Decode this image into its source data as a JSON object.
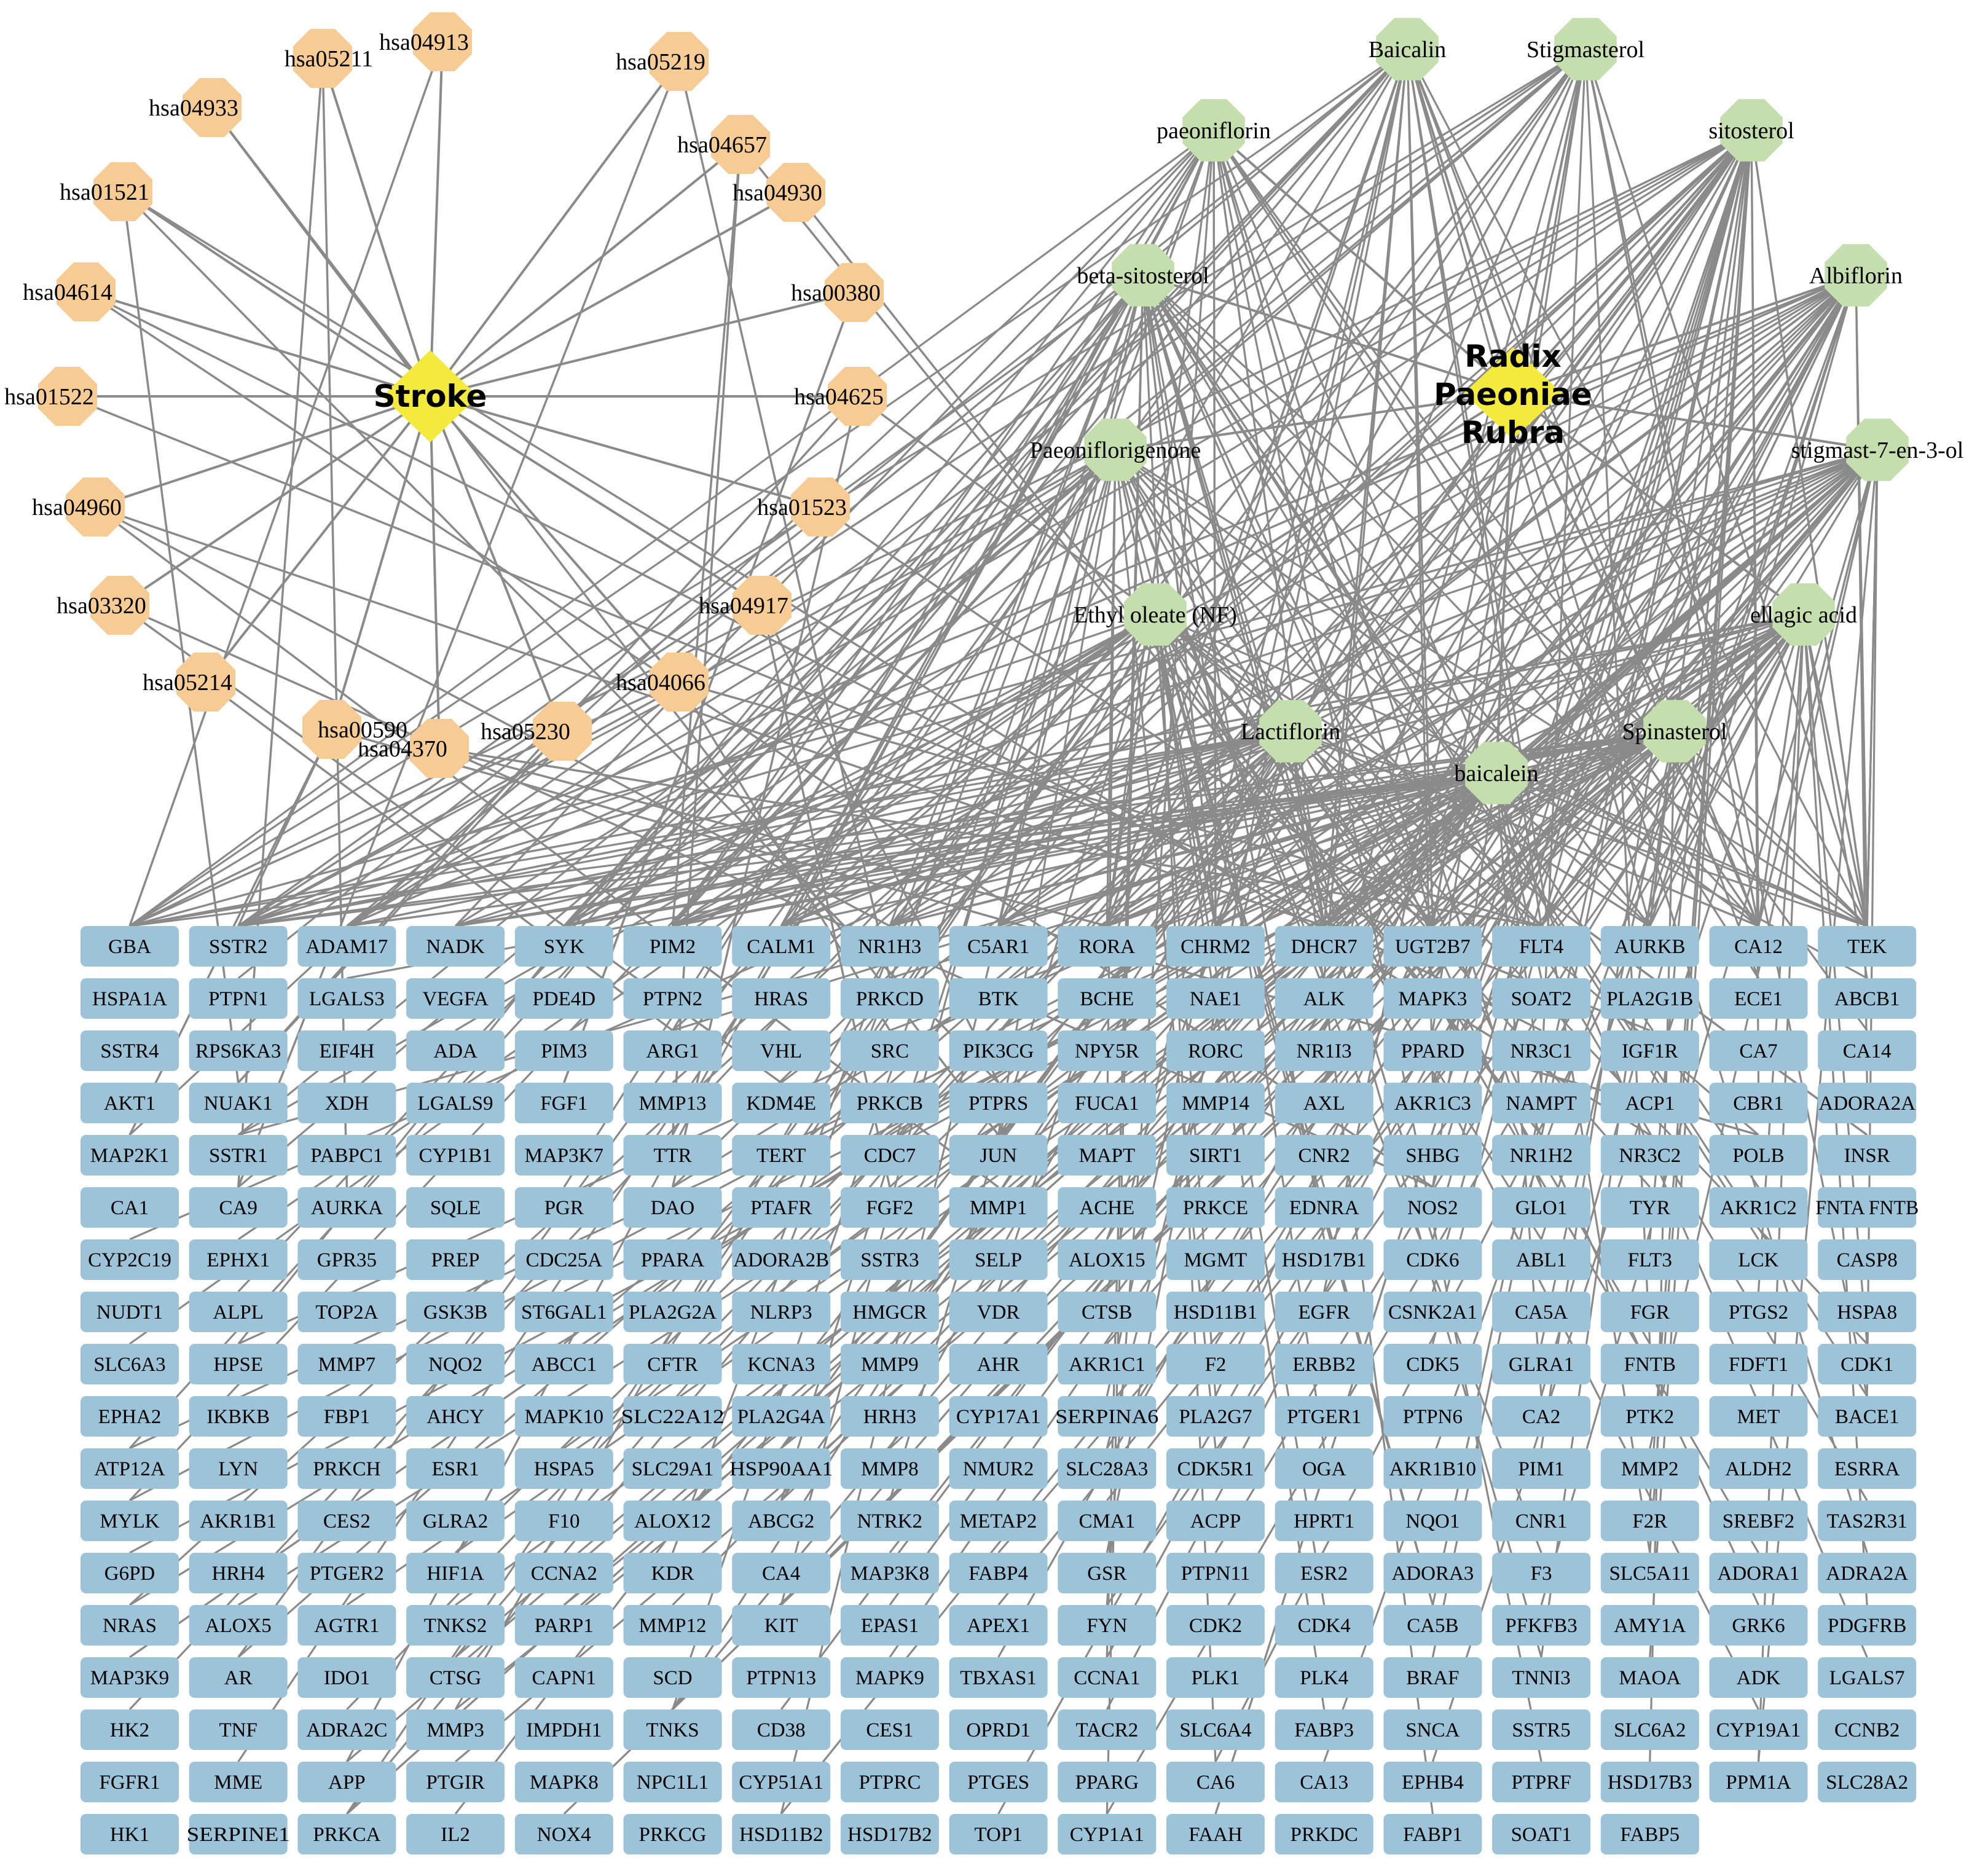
{
  "colors": {
    "pathway": "#f7cb94",
    "compound": "#c5deae",
    "gene": "#9cc3d8",
    "hub": "#f4ea3d",
    "edge": "#8a8a8a"
  },
  "hubs": {
    "stroke": "Stroke",
    "herb": [
      "Radix",
      "Paeoniae",
      "Rubra"
    ]
  },
  "pathways": [
    "hsa04913",
    "hsa05219",
    "hsa04657",
    "hsa04930",
    "hsa00380",
    "hsa04625",
    "hsa01523",
    "hsa04917",
    "hsa04066",
    "hsa05230",
    "hsa04370",
    "hsa00590",
    "hsa05214",
    "hsa03320",
    "hsa04960",
    "hsa01522",
    "hsa04614",
    "hsa01521",
    "hsa04933",
    "hsa05211"
  ],
  "compounds": [
    "Baicalin",
    "Stigmasterol",
    "paeoniflorin",
    "sitosterol",
    "beta-sitosterol",
    "Albiflorin",
    "Paeoniflorigenone",
    "stigmast-7-en-3-ol",
    "Ethyl oleate (NF)",
    "ellagic acid",
    "Lactiflorin",
    "Spinasterol",
    "baicalein"
  ],
  "genes": [
    "GBA",
    "SSTR2",
    "ADAM17",
    "NADK",
    "SYK",
    "PIM2",
    "CALM1",
    "NR1H3",
    "C5AR1",
    "RORA",
    "CHRM2",
    "DHCR7",
    "UGT2B7",
    "FLT4",
    "AURKB",
    "CA12",
    "TEK",
    "HSPA1A",
    "PTPN1",
    "LGALS3",
    "VEGFA",
    "PDE4D",
    "PTPN2",
    "HRAS",
    "PRKCD",
    "BTK",
    "BCHE",
    "NAE1",
    "ALK",
    "MAPK3",
    "SOAT2",
    "PLA2G1B",
    "ECE1",
    "ABCB1",
    "SSTR4",
    "RPS6KA3",
    "EIF4H",
    "ADA",
    "PIM3",
    "ARG1",
    "VHL",
    "SRC",
    "PIK3CG",
    "NPY5R",
    "RORC",
    "NR1I3",
    "PPARD",
    "NR3C1",
    "IGF1R",
    "CA7",
    "CA14",
    "AKT1",
    "NUAK1",
    "XDH",
    "LGALS9",
    "FGF1",
    "MMP13",
    "KDM4E",
    "PRKCB",
    "PTPRS",
    "FUCA1",
    "MMP14",
    "AXL",
    "AKR1C3",
    "NAMPT",
    "ACP1",
    "CBR1",
    "ADORA2A",
    "MAP2K1",
    "SSTR1",
    "PABPC1",
    "CYP1B1",
    "MAP3K7",
    "TTR",
    "TERT",
    "CDC7",
    "JUN",
    "MAPT",
    "SIRT1",
    "CNR2",
    "SHBG",
    "NR1H2",
    "NR3C2",
    "POLB",
    "INSR",
    "CA1",
    "CA9",
    "AURKA",
    "SQLE",
    "PGR",
    "DAO",
    "PTAFR",
    "FGF2",
    "MMP1",
    "ACHE",
    "PRKCE",
    "EDNRA",
    "NOS2",
    "GLO1",
    "TYR",
    "AKR1C2",
    "FNTA FNTB",
    "CYP2C19",
    "EPHX1",
    "GPR35",
    "PREP",
    "CDC25A",
    "PPARA",
    "ADORA2B",
    "SSTR3",
    "SELP",
    "ALOX15",
    "MGMT",
    "HSD17B1",
    "CDK6",
    "ABL1",
    "FLT3",
    "LCK",
    "CASP8",
    "NUDT1",
    "ALPL",
    "TOP2A",
    "GSK3B",
    "ST6GAL1",
    "PLA2G2A",
    "NLRP3",
    "HMGCR",
    "VDR",
    "CTSB",
    "HSD11B1",
    "EGFR",
    "CSNK2A1",
    "CA5A",
    "FGR",
    "PTGS2",
    "HSPA8",
    "SLC6A3",
    "HPSE",
    "MMP7",
    "NQO2",
    "ABCC1",
    "CFTR",
    "KCNA3",
    "MMP9",
    "AHR",
    "AKR1C1",
    "F2",
    "ERBB2",
    "CDK5",
    "GLRA1",
    "FNTB",
    "FDFT1",
    "CDK1",
    "EPHA2",
    "IKBKB",
    "FBP1",
    "AHCY",
    "MAPK10",
    "SLC22A12",
    "PLA2G4A",
    "HRH3",
    "CYP17A1",
    "SERPINA6",
    "PLA2G7",
    "PTGER1",
    "PTPN6",
    "CA2",
    "PTK2",
    "MET",
    "BACE1",
    "ATP12A",
    "LYN",
    "PRKCH",
    "ESR1",
    "HSPA5",
    "SLC29A1",
    "HSP90AA1",
    "MMP8",
    "NMUR2",
    "SLC28A3",
    "CDK5R1",
    "OGA",
    "AKR1B10",
    "PIM1",
    "MMP2",
    "ALDH2",
    "ESRRA",
    "MYLK",
    "AKR1B1",
    "CES2",
    "GLRA2",
    "F10",
    "ALOX12",
    "ABCG2",
    "NTRK2",
    "METAP2",
    "CMA1",
    "ACPP",
    "HPRT1",
    "NQO1",
    "CNR1",
    "F2R",
    "SREBF2",
    "TAS2R31",
    "G6PD",
    "HRH4",
    "PTGER2",
    "HIF1A",
    "CCNA2",
    "KDR",
    "CA4",
    "MAP3K8",
    "FABP4",
    "GSR",
    "PTPN11",
    "ESR2",
    "ADORA3",
    "F3",
    "SLC5A11",
    "ADORA1",
    "ADRA2A",
    "NRAS",
    "ALOX5",
    "AGTR1",
    "TNKS2",
    "PARP1",
    "MMP12",
    "KIT",
    "EPAS1",
    "APEX1",
    "FYN",
    "CDK2",
    "CDK4",
    "CA5B",
    "PFKFB3",
    "AMY1A",
    "GRK6",
    "PDGFRB",
    "MAP3K9",
    "AR",
    "IDO1",
    "CTSG",
    "CAPN1",
    "SCD",
    "PTPN13",
    "MAPK9",
    "TBXAS1",
    "CCNA1",
    "PLK1",
    "PLK4",
    "BRAF",
    "TNNI3",
    "MAOA",
    "ADK",
    "LGALS7",
    "HK2",
    "TNF",
    "ADRA2C",
    "MMP3",
    "IMPDH1",
    "TNKS",
    "CD38",
    "CES1",
    "OPRD1",
    "TACR2",
    "SLC6A4",
    "FABP3",
    "SNCA",
    "SSTR5",
    "SLC6A2",
    "CYP19A1",
    "CCNB2",
    "FGFR1",
    "MME",
    "APP",
    "PTGIR",
    "MAPK8",
    "NPC1L1",
    "CYP51A1",
    "PTPRC",
    "PTGES",
    "PPARG",
    "CA6",
    "CA13",
    "EPHB4",
    "PTPRF",
    "HSD17B3",
    "PPM1A",
    "SLC28A2",
    "HK1",
    "SERPINE1",
    "PRKCA",
    "IL2",
    "NOX4",
    "PRKCG",
    "HSD11B2",
    "HSD17B2",
    "TOP1",
    "CYP1A1",
    "FAAH",
    "PRKDC",
    "FABP1",
    "SOAT1",
    "FABP5"
  ]
}
